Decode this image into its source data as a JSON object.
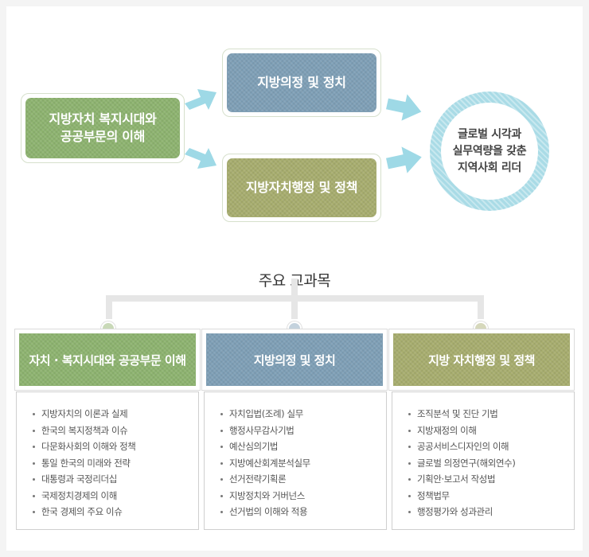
{
  "flow": {
    "start": "지방자치 복지시대와\n공공부문의 이해",
    "upper": "지방의정 및 정치",
    "lower": "지방자치행정 및 정책",
    "goal": "글로벌 시각과\n실무역량을 갖춘\n지역사회 리더"
  },
  "subjects": {
    "title": "주요 교과목",
    "columns": [
      {
        "heading": "자치 · 복지시대와 공공부문 이해",
        "color": "#8db36f",
        "dot_color": "#c9d9b8",
        "items": [
          "지방자치의 이론과 실제",
          "한국의 복지정책과 이슈",
          "다문화사회의 이해와 정책",
          "통일 한국의 미래와 전략",
          "대통령과 국정리더십",
          "국제정치경제의 이해",
          "한국 경제의 주요 이슈"
        ]
      },
      {
        "heading": "지방의정 및 정치",
        "color": "#7e9fb6",
        "dot_color": "#c4d2dd",
        "items": [
          "자치입법(조례) 실무",
          "행정사무감사기법",
          "예산심의기법",
          "지방예산회계분석실무",
          "선거전략기획론",
          "지방정치와 거버넌스",
          "선거법의 이해와 적용"
        ]
      },
      {
        "heading": "지방 자치행정 및 정책",
        "color": "#a7ad6e",
        "dot_color": "#d6d8bc",
        "items": [
          "조직분석 및 진단 기법",
          "지방재정의 이해",
          "공공서비스디자인의 이해",
          "글로벌 의정연구(해외연수)",
          "기획안·보고서 작성법",
          "정책법무",
          "행정평가와 성과관리"
        ]
      }
    ]
  }
}
